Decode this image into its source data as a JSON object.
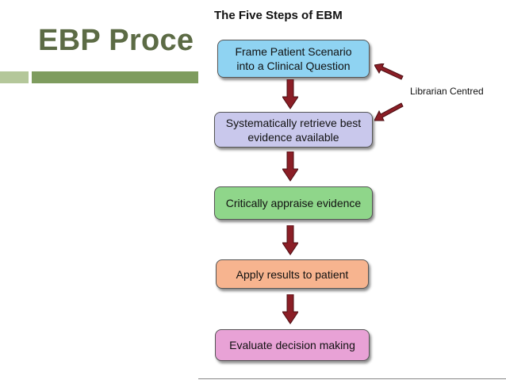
{
  "slide": {
    "title": "EBP Proce"
  },
  "diagram": {
    "title": "The Five Steps of EBM",
    "steps": [
      {
        "label": "Frame Patient Scenario\ninto a Clinical Question",
        "color": "#8fd3f2"
      },
      {
        "label": "Systematically retrieve best\nevidence available",
        "color": "#c9c8ec"
      },
      {
        "label": "Critically appraise evidence",
        "color": "#8fd68a"
      },
      {
        "label": "Apply results to patient",
        "color": "#f7b48f"
      },
      {
        "label": "Evaluate decision making",
        "color": "#e8a2d6"
      }
    ],
    "side_label": "Librarian Centred",
    "arrow_color": "#8b1e26",
    "arrow_outline": "#4a0d12"
  }
}
